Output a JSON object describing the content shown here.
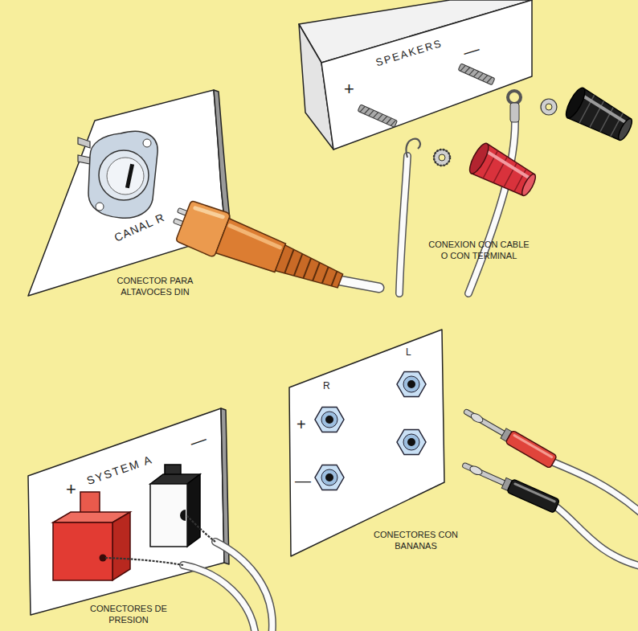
{
  "diagram": {
    "nodes": [
      {
        "text": [
          "CANAL R"
        ]
      },
      {
        "text": [
          "SPEAKERS",
          "+",
          "—"
        ]
      },
      {
        "text": [
          "SYSTEM A",
          "+",
          "—"
        ]
      },
      {
        "text": [
          "R",
          "L",
          "+",
          "—"
        ]
      }
    ],
    "labels": [
      "CONECTOR PARA ALTAVOCES DIN",
      "CONEXION CON CABLE O CON TERMINAL",
      "CONECTORES DE PRESION",
      "CONECTORES CON BANANAS"
    ]
  }
}
